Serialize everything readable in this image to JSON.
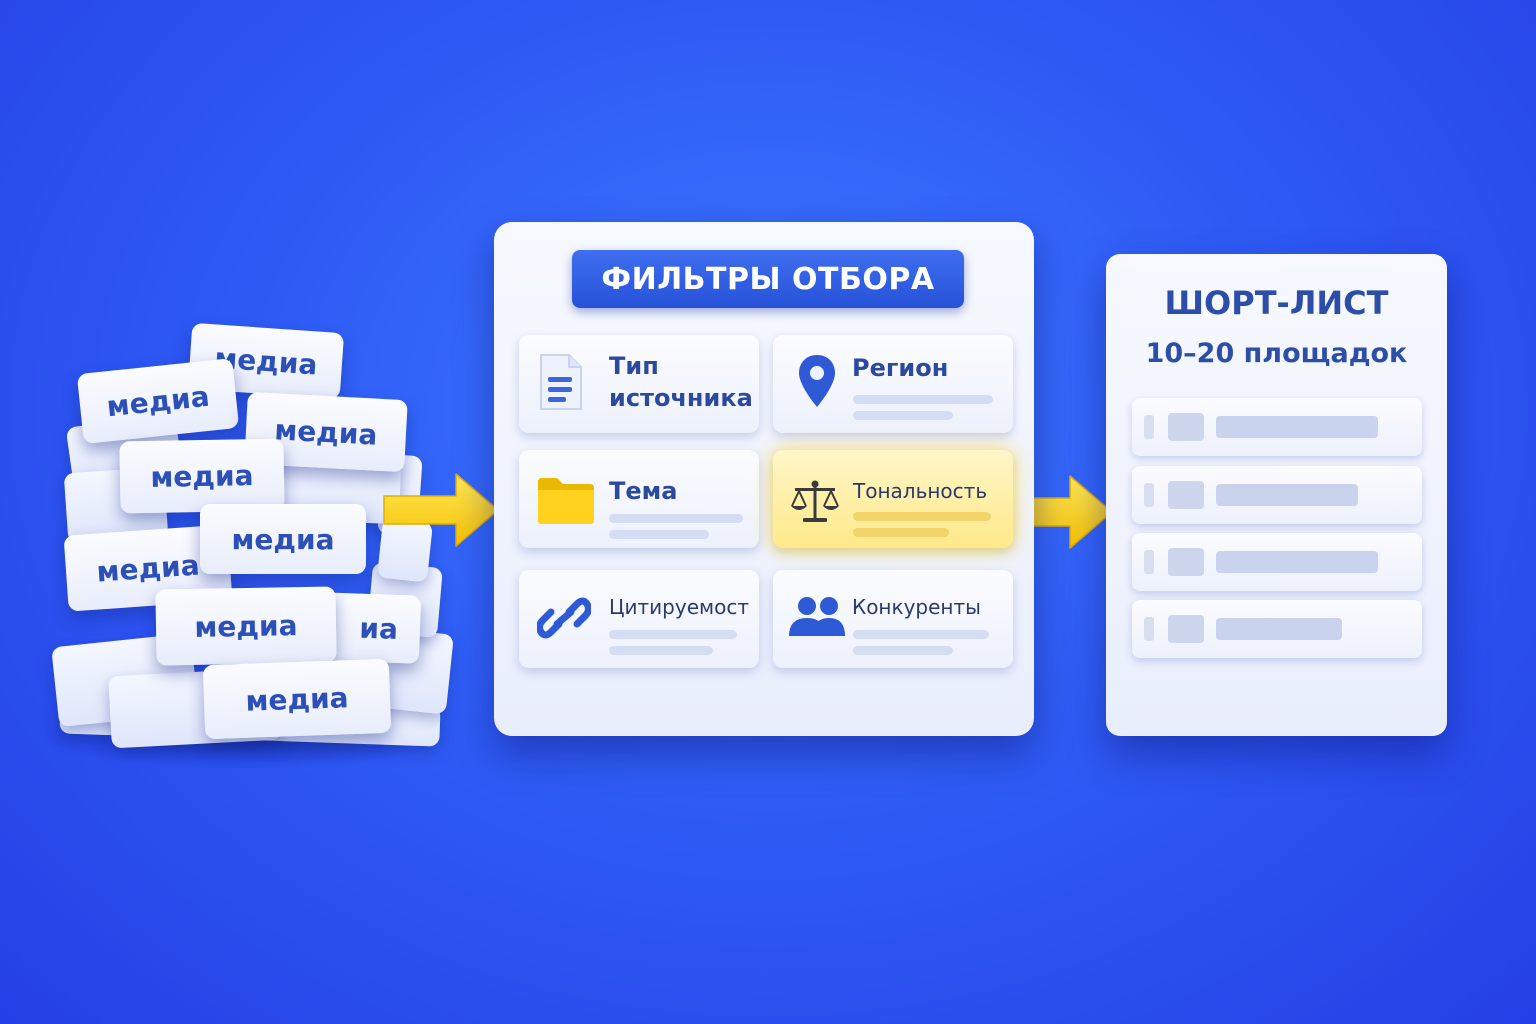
{
  "media_pile": {
    "label": "медиа",
    "visible_labels": [
      "медиа",
      "медиа",
      "медиа",
      "медиа",
      "медиа",
      "медиа",
      "медиа",
      "медиа"
    ],
    "partial_label": "иа"
  },
  "filters": {
    "title": "ФИЛЬТРЫ ОТБОРА",
    "items": [
      {
        "label_line1": "Тип",
        "label_line2": "источника",
        "icon": "document-icon"
      },
      {
        "label_line1": "Регион",
        "icon": "map-pin-icon"
      },
      {
        "label_line1": "Тема",
        "icon": "folder-icon"
      },
      {
        "label_line1": "Тональность",
        "icon": "scales-icon",
        "highlighted": true
      },
      {
        "label_line1": "Цитируемост",
        "icon": "link-icon"
      },
      {
        "label_line1": "Конкуренты",
        "icon": "users-icon"
      }
    ]
  },
  "shortlist": {
    "title": "ШОРТ-ЛИСТ",
    "subtitle": "10–20 площадок",
    "row_count": 4
  },
  "colors": {
    "background": "#2f5cf5",
    "accent_yellow": "#ffd21e",
    "title_blue": "#2652d8",
    "text_blue": "#2c4ea8"
  }
}
